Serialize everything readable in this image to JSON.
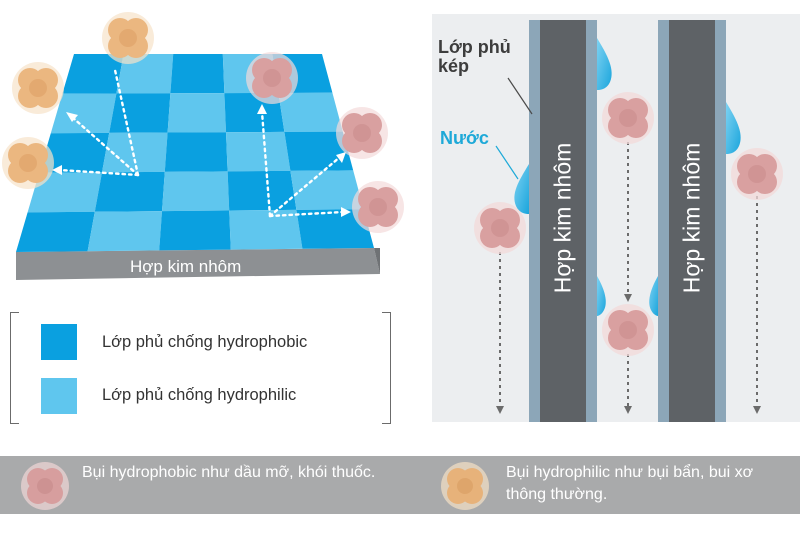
{
  "left_diagram": {
    "base_label": "Hợp kim nhôm"
  },
  "legend": {
    "hydrophobic_label": "Lớp phủ chống hydrophobic",
    "hydrophilic_label": "Lớp phủ chống hydrophilic"
  },
  "right_diagram": {
    "coating_label": "Lớp phủ\nkép",
    "water_label": "Nước",
    "plate_label_left": "Hợp kim nhôm",
    "plate_label_right": "Hợp kim nhôm"
  },
  "bottom_band": {
    "hydrophobic_dust_text": "Bụi hydrophobic như dầu mỡ, khói thuốc.",
    "hydrophilic_dust_text": "Bụi hydrophilic như bụi bẩn, bui xơ thông thường."
  },
  "colors": {
    "hydrophobic_blue": "#0aa0e0",
    "hydrophilic_blue": "#5fc6ee",
    "aluminum_gray": "#8d9093",
    "plate_dark": "#5e6266",
    "plate_edge": "#8ca6b8",
    "pink_dust": "#d79e9e",
    "tan_dust": "#e7b27a",
    "band_gray": "#a9aaab"
  }
}
